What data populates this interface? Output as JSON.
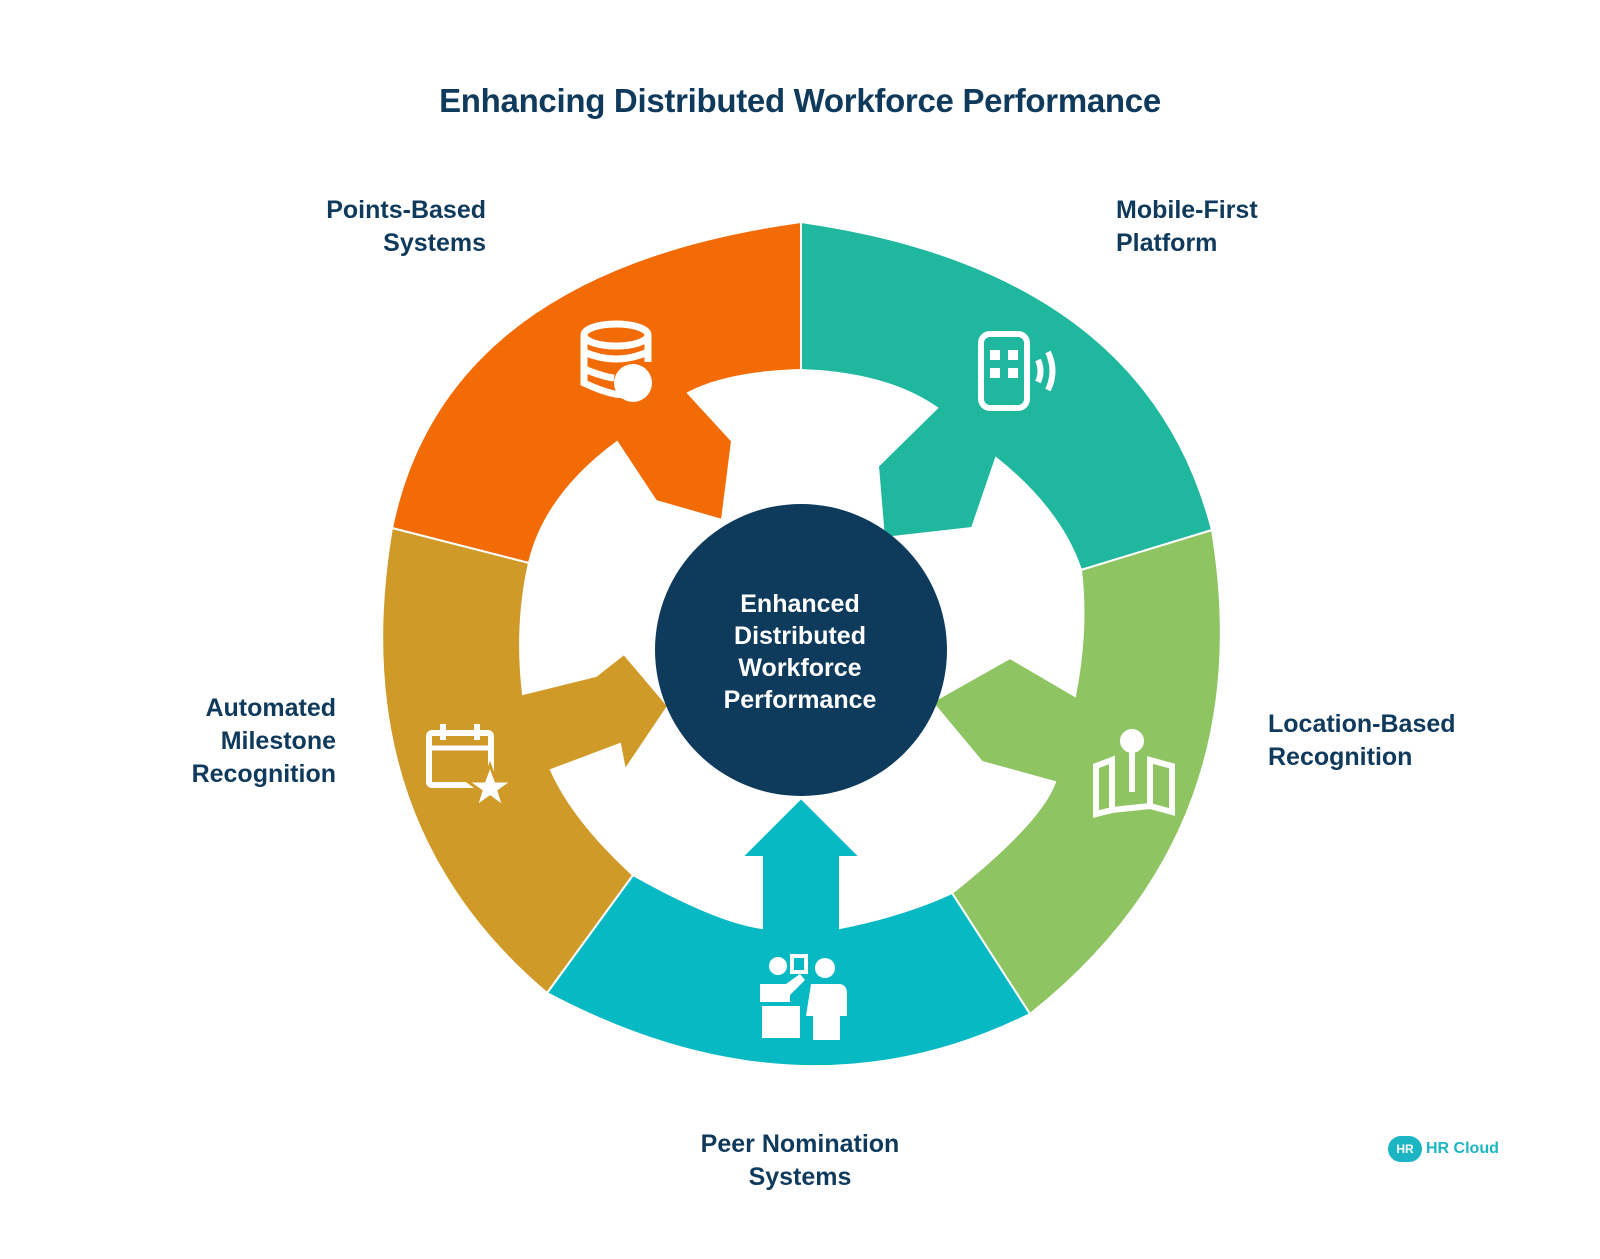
{
  "title": "Enhancing Distributed Workforce Performance",
  "center": {
    "label": "Enhanced\nDistributed\nWorkforce\nPerformance",
    "color": "#0e3a5b"
  },
  "segments": [
    {
      "id": "points",
      "label": "Points-Based\nSystems",
      "color": "#f26b05",
      "icon": "database-check-icon"
    },
    {
      "id": "mobile",
      "label": "Mobile-First\nPlatform",
      "color": "#1fb89e",
      "icon": "mobile-signal-icon"
    },
    {
      "id": "location",
      "label": "Location-Based\nRecognition",
      "color": "#8ec462",
      "icon": "map-pin-icon"
    },
    {
      "id": "peer",
      "label": "Peer Nomination\nSystems",
      "color": "#07b9c3",
      "icon": "presentation-people-icon"
    },
    {
      "id": "milestone",
      "label": "Automated\nMilestone\nRecognition",
      "color": "#cf9a28",
      "icon": "calendar-star-icon"
    }
  ],
  "logo": {
    "badge": "HR",
    "text": "HR Cloud"
  }
}
